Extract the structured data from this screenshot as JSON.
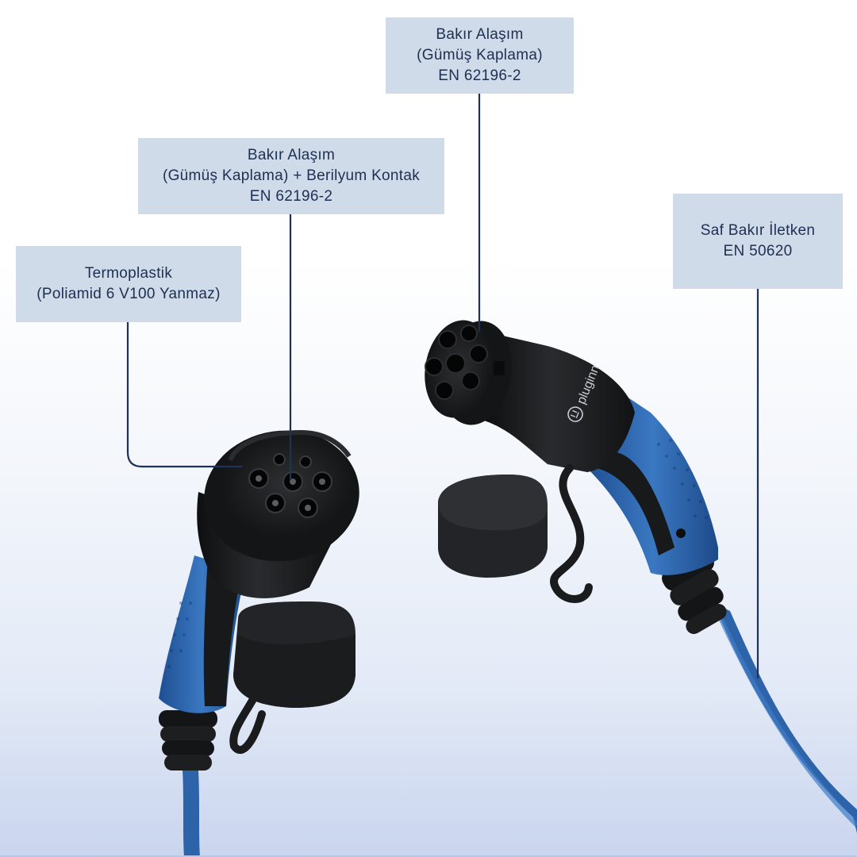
{
  "callouts": {
    "top": {
      "lines": [
        "Bakır Alaşım",
        "(Gümüş Kaplama)",
        "EN 62196-2"
      ]
    },
    "middle": {
      "lines": [
        "Bakır Alaşım",
        "(Gümüş Kaplama) + Berilyum Kontak",
        "EN 62196-2"
      ]
    },
    "left": {
      "lines": [
        "Termoplastik",
        "(Poliamid 6 V100 Yanmaz)"
      ]
    },
    "right": {
      "lines": [
        "Saf Bakır İletken",
        "EN 50620"
      ]
    }
  },
  "brand": {
    "logo_text": "pluginn"
  },
  "colors": {
    "callout_bg": "#d0dbe9",
    "callout_text": "#1e2f52",
    "leader_line": "#1c3357",
    "cable_blue": "#2d63a8",
    "connector_black": "#1b1c1e"
  }
}
